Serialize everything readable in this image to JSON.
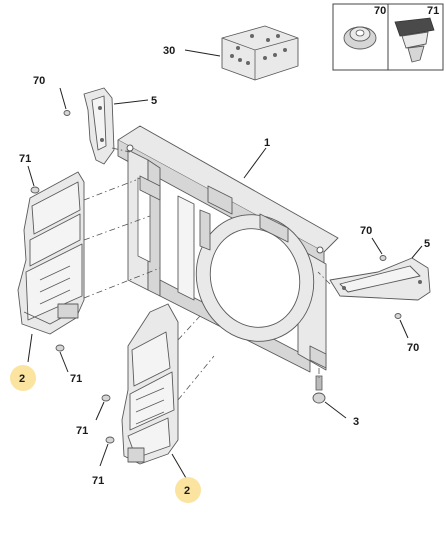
{
  "callouts": {
    "radiator_frame": "1",
    "air_deflector_left": "2",
    "air_deflector_lower": "2",
    "rubber_mount": "3",
    "bracket_left": "5",
    "bracket_right": "5",
    "connector_block": "30",
    "nut_top_left": "70",
    "nut_right_upper": "70",
    "nut_right_lower": "70",
    "inset_nut": "70",
    "inset_clip": "71",
    "clip_left_upper": "71",
    "clip_left_lower": "71",
    "clip_mid_1": "71",
    "clip_mid_2": "71"
  },
  "colors": {
    "highlight_badge": "#fbe3a0",
    "line": "#5a5a5a",
    "part_fill": "#e9e9e9"
  }
}
